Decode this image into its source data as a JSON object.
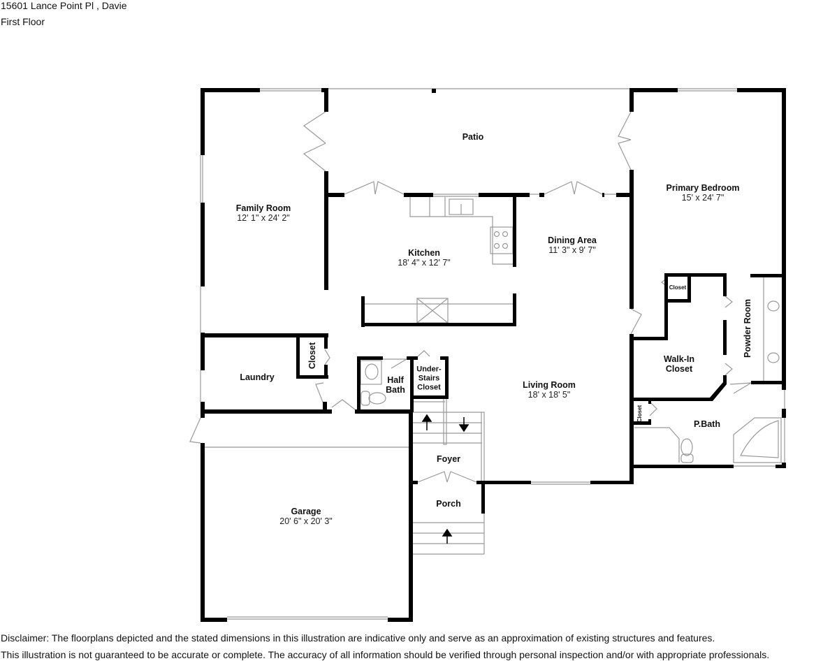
{
  "header": {
    "address": "15601 Lance Point Pl , Davie",
    "floor": "First Floor"
  },
  "rooms": {
    "patio": {
      "name": "Patio",
      "dims": ""
    },
    "family_room": {
      "name": "Family Room",
      "dims": "12' 1\" x 24' 2\""
    },
    "kitchen": {
      "name": "Kitchen",
      "dims": "18' 4\" x 12' 7\""
    },
    "dining_area": {
      "name": "Dining Area",
      "dims": "11' 3\" x 9' 7\""
    },
    "primary_bedroom": {
      "name": "Primary Bedroom",
      "dims": "15' x 24' 7\""
    },
    "closet_primary": {
      "name": "Closet"
    },
    "powder_room": {
      "name": "Powder Room"
    },
    "walk_in_closet": {
      "name_line1": "Walk-In",
      "name_line2": "Closet"
    },
    "closet_pbath": {
      "name": "Closet"
    },
    "p_bath": {
      "name": "P.Bath"
    },
    "laundry": {
      "name": "Laundry"
    },
    "closet_laundry": {
      "name": "Closet"
    },
    "half_bath": {
      "name_line1": "Half",
      "name_line2": "Bath"
    },
    "under_stairs_closet": {
      "name_line1": "Under-",
      "name_line2": "Stairs",
      "name_line3": "Closet"
    },
    "living_room": {
      "name": "Living Room",
      "dims": "18' x 18' 5\""
    },
    "foyer": {
      "name": "Foyer"
    },
    "porch": {
      "name": "Porch"
    },
    "garage": {
      "name": "Garage",
      "dims": "20' 6\" x 20' 3\""
    }
  },
  "disclaimer": {
    "line1": "Disclaimer: The floorplans depicted and the stated dimensions in this illustration are indicative only and serve as an approximation of existing structures and features.",
    "line2": "This illustration is not guaranteed to be accurate or complete. The accuracy of all information should be verified through personal inspection and/or with appropriate professionals."
  },
  "colors": {
    "wall": "#000000",
    "window": "#999999",
    "fixture": "#888888",
    "background": "#ffffff"
  }
}
